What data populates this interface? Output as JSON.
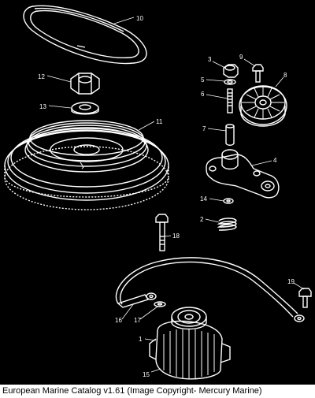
{
  "caption": "European Marine Catalog v1.61 (Image Copyright- Mercury Marine)",
  "colors": {
    "background": "#000000",
    "line": "#ffffff",
    "caption_bg": "#ffffff",
    "caption_text": "#000000"
  },
  "callouts": {
    "c1": "1",
    "c2": "2",
    "c3": "3",
    "c4": "4",
    "c5": "5",
    "c6": "6",
    "c7": "7",
    "c8": "8",
    "c9": "9",
    "c10": "10",
    "c11": "11",
    "c12": "12",
    "c13": "13",
    "c14": "14",
    "c15": "15",
    "c16": "16",
    "c17": "17",
    "c18": "18",
    "c19": "19"
  }
}
